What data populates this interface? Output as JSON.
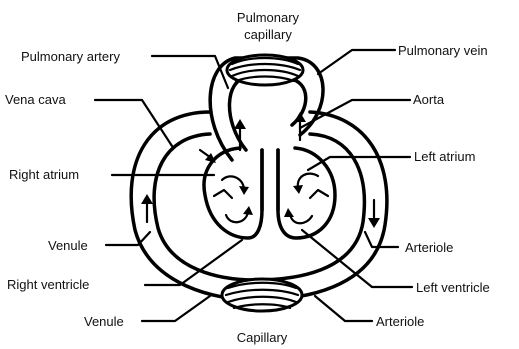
{
  "diagram": {
    "title_top_line1": "Pulmonary",
    "title_top_line2": "capillary",
    "bottom_title": "Capillary",
    "labels": {
      "pulmonary_artery": "Pulmonary artery",
      "pulmonary_vein": "Pulmonary vein",
      "vena_cava": "Vena cava",
      "aorta": "Aorta",
      "right_atrium": "Right atrium",
      "left_atrium": "Left atrium",
      "venule_upper": "Venule",
      "arteriole_upper": "Arteriole",
      "right_ventricle": "Right ventricle",
      "left_ventricle": "Left ventricle",
      "venule_lower": "Venule",
      "arteriole_lower": "Arteriole"
    }
  }
}
